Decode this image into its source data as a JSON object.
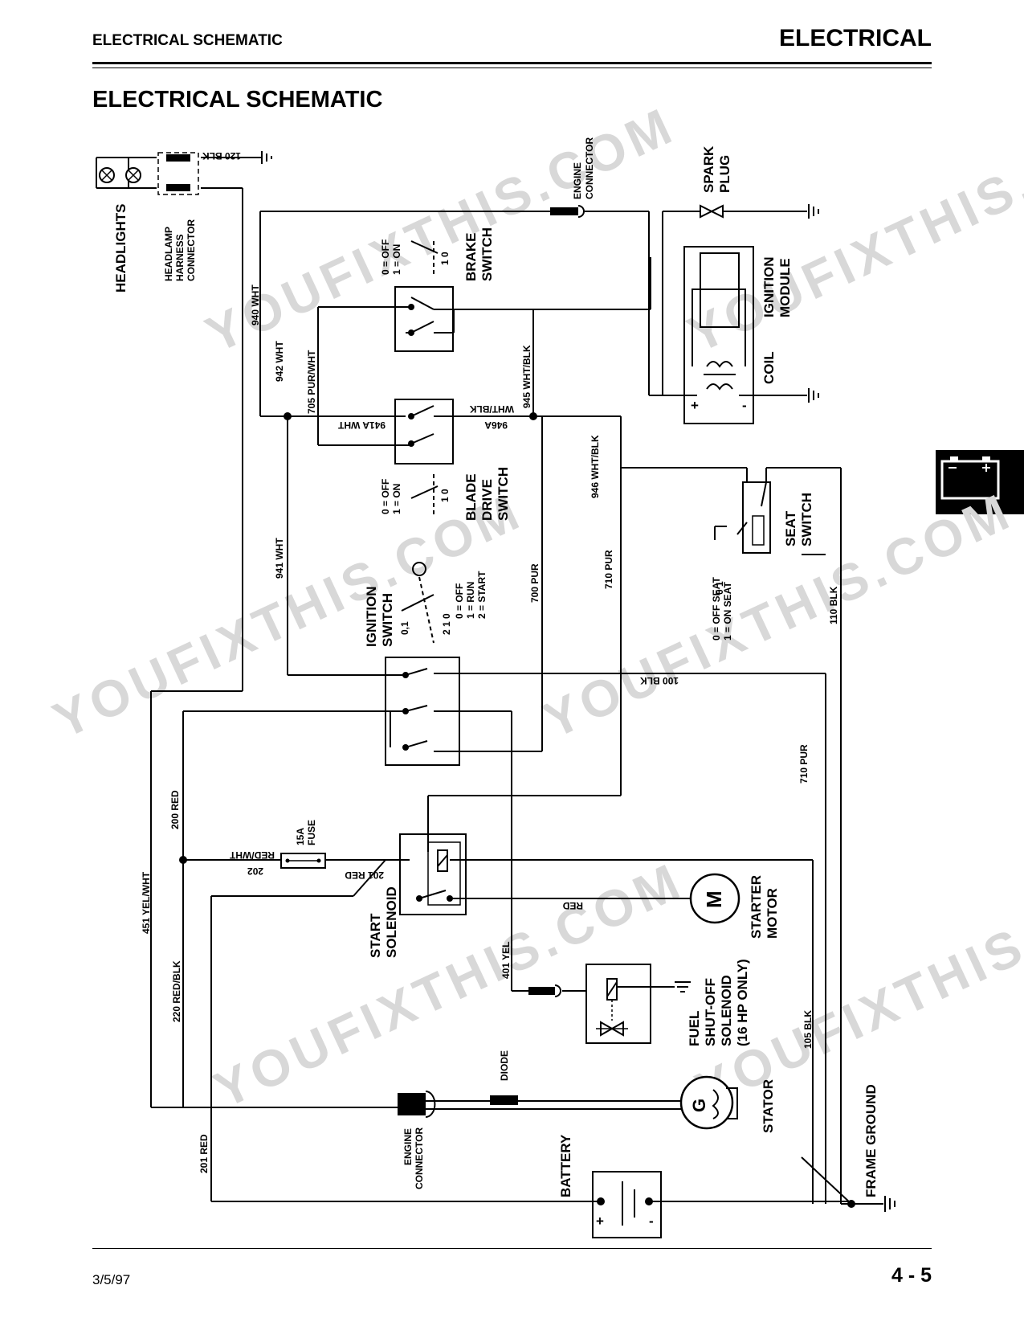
{
  "header": {
    "section": "ELECTRICAL SCHEMATIC",
    "chapter": "ELECTRICAL"
  },
  "title": "ELECTRICAL SCHEMATIC",
  "footer": {
    "date": "3/5/97",
    "page": "4 - 5"
  },
  "tab_icon": "battery-icon",
  "watermark": "YOUFIXTHIS.COM",
  "components": {
    "headlights": "HEADLIGHTS",
    "headlamp_connector": [
      "HEADLAMP",
      "HARNESS",
      "CONNECTOR"
    ],
    "engine_connector_top": [
      "ENGINE",
      "CONNECTOR"
    ],
    "spark_plug": [
      "SPARK",
      "PLUG"
    ],
    "ignition_module": [
      "IGNITION",
      "MODULE"
    ],
    "coil": "COIL",
    "brake_switch": [
      "BRAKE",
      "SWITCH"
    ],
    "brake_states": [
      "0 = OFF",
      "1 = ON"
    ],
    "blade_switch": [
      "BLADE",
      "DRIVE",
      "SWITCH"
    ],
    "blade_states": [
      "0 = OFF",
      "1 = ON"
    ],
    "seat_switch": [
      "SEAT",
      "SWITCH"
    ],
    "seat_states": [
      "0 = OFF SEAT",
      "1 = ON SEAT"
    ],
    "ignition_switch": [
      "IGNITION",
      "SWITCH"
    ],
    "ignition_states": [
      "0 = OFF",
      "1 = RUN",
      "2 = START"
    ],
    "fuse": [
      "15A",
      "FUSE"
    ],
    "start_solenoid": [
      "START",
      "SOLENOID"
    ],
    "starter_motor": [
      "STARTER",
      "MOTOR"
    ],
    "starter_symbol": "M",
    "fuel_solenoid": [
      "FUEL",
      "SHUT-OFF",
      "SOLENOID",
      "(16 HP ONLY)"
    ],
    "diode": "DIODE",
    "stator": "STATOR",
    "stator_symbol": "G",
    "engine_connector_bottom": [
      "ENGINE",
      "CONNECTOR"
    ],
    "battery": "BATTERY",
    "frame_ground": "FRAME GROUND"
  },
  "wires": {
    "w120": "120 BLK",
    "w940": "940 WHT",
    "w942": "942 WHT",
    "w705": "705 PUR/WHT",
    "w945": "945 WHT/BLK",
    "w941a": "941A WHT",
    "w946a": "946A",
    "wwhtblk": "WHT/BLK",
    "w946": "946 WHT/BLK",
    "w941": "941 WHT",
    "w700": "700 PUR",
    "w710a": "710 PUR",
    "w710b": "710 PUR",
    "w110": "110 BLK",
    "w100": "100 BLK",
    "w200": "200 RED",
    "w202a": "RED/WHT",
    "w202b": "202",
    "w201": "201 RED",
    "w451": "451 YEL/WHT",
    "w220": "220 RED/BLK",
    "wred": "RED",
    "w401": "401 YEL",
    "w105": "105 BLK",
    "w201b": "201 RED"
  },
  "terminals": {
    "io": "1 0",
    "ign_pos": "2 1 0",
    "ign_pos2": "0,1",
    "seat_pos": "0 1",
    "plus": "+",
    "minus": "-"
  }
}
